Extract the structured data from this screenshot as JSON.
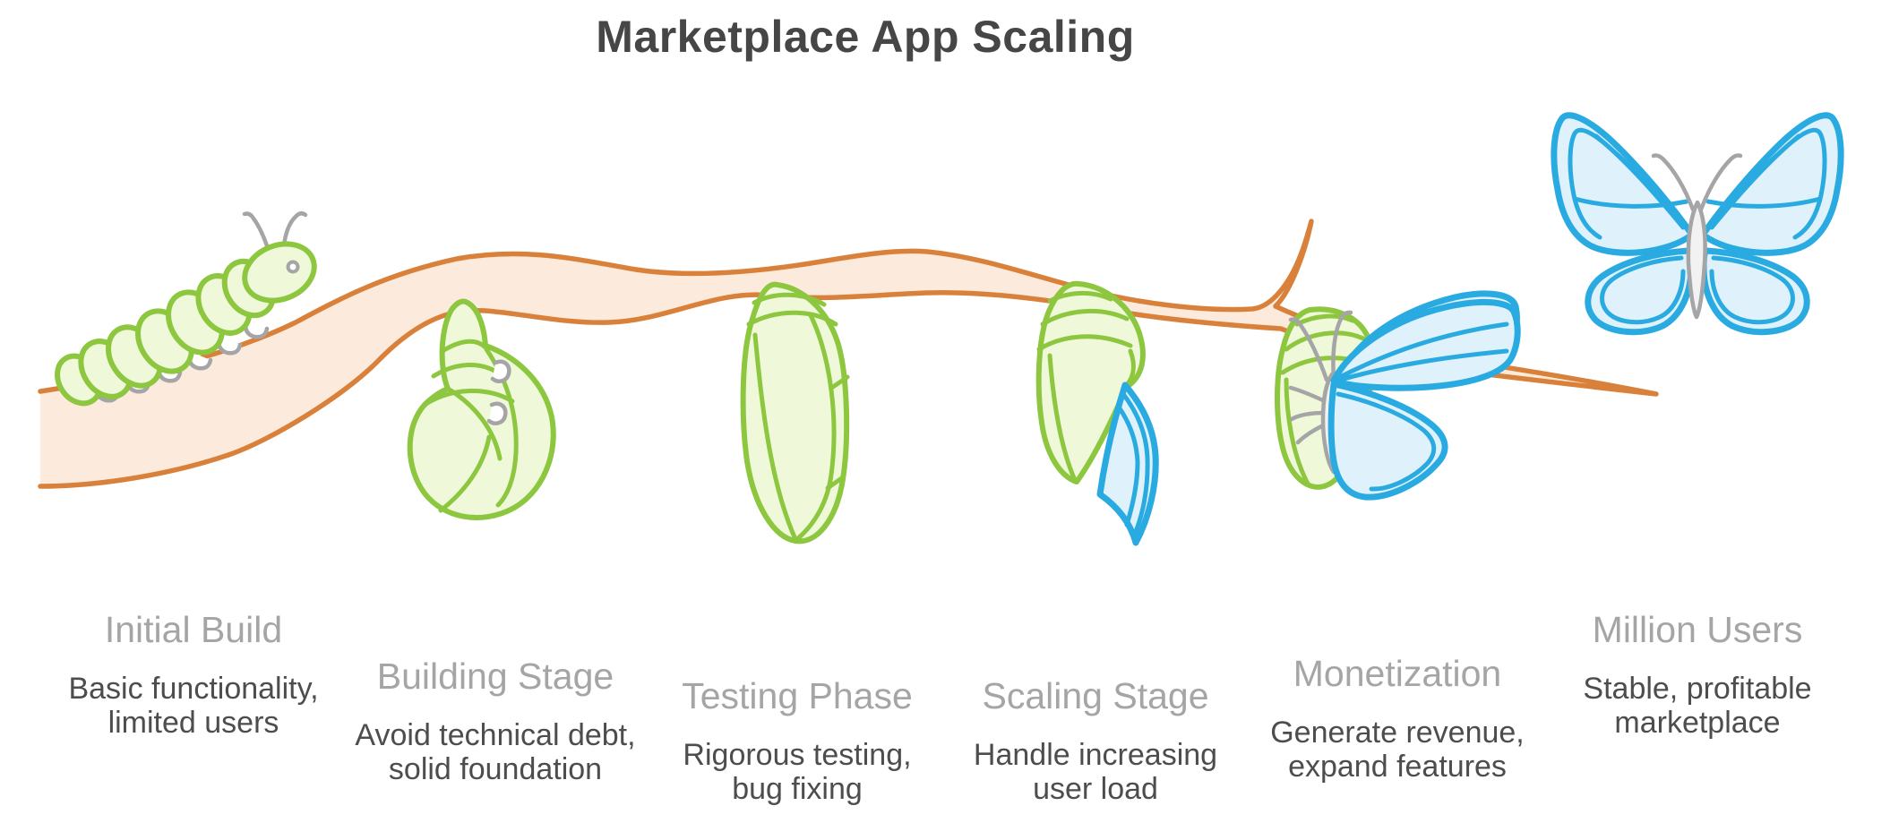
{
  "title": "Marketplace App Scaling",
  "stages": [
    {
      "label": "Initial Build",
      "description": "Basic functionality,\nlimited users",
      "icon": "caterpillar-icon"
    },
    {
      "label": "Building Stage",
      "description": "Avoid technical debt,\nsolid foundation",
      "icon": "curled-pupa-icon"
    },
    {
      "label": "Testing Phase",
      "description": "Rigorous testing,\nbug fixing",
      "icon": "chrysalis-icon"
    },
    {
      "label": "Scaling Stage",
      "description": "Handle increasing\nuser load",
      "icon": "chrysalis-emerging-wing-icon"
    },
    {
      "label": "Monetization",
      "description": "Generate revenue,\nexpand features",
      "icon": "emerging-butterfly-icon"
    },
    {
      "label": "Million Users",
      "description": "Stable, profitable\nmarketplace",
      "icon": "butterfly-icon"
    }
  ],
  "illustration": {
    "branch_icon": "tree-branch-icon",
    "metaphor": "caterpillar to butterfly metamorphosis on a branch"
  },
  "colors": {
    "background": "#ffffff",
    "orange_stroke": "#d9813a",
    "orange_fill": "#fcebdc",
    "green_stroke": "#8dc63f",
    "green_fill": "#eff8d8",
    "blue_stroke": "#29abe2",
    "blue_fill": "#dff2fb",
    "gray_stroke": "#a5a5a7",
    "gray_fill": "#f2f2f2",
    "title_color": "#464646",
    "stage_title_color": "#a5a5a5",
    "stage_desc_color": "#4d4d4d"
  }
}
